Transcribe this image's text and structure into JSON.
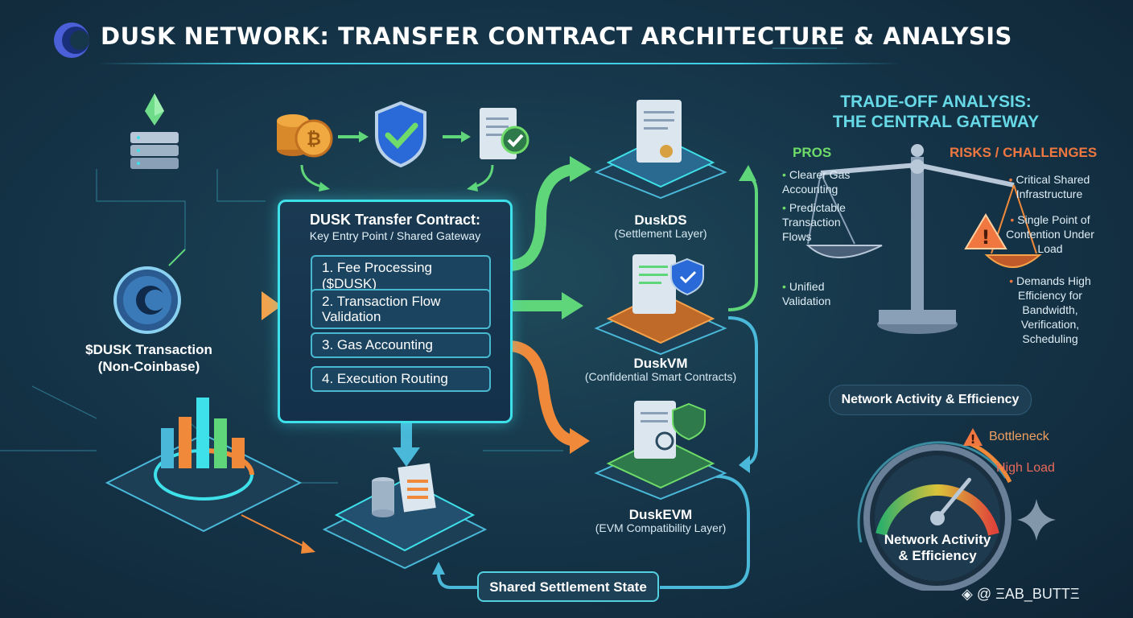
{
  "header": {
    "title": "DUSK NETWORK: TRANSFER CONTRACT ARCHITECTURE & ANALYSIS"
  },
  "source": {
    "label": "$DUSK Transaction",
    "sublabel": "(Non-Coinbase)"
  },
  "contract": {
    "title": "DUSK Transfer Contract:",
    "subtitle": "Key Entry Point / Shared Gateway",
    "steps": [
      "1.  Fee Processing ($DUSK)",
      "2. Transaction Flow Validation",
      "3. Gas Accounting",
      "4. Execution Routing"
    ]
  },
  "layers": [
    {
      "name": "DuskDS",
      "description": "(Settlement Layer)"
    },
    {
      "name": "DuskVM",
      "description": "(Confidential Smart Contracts)"
    },
    {
      "name": "DuskEVM",
      "description": "(EVM Compatibility Layer)"
    }
  ],
  "settlement": {
    "label": "Shared Settlement State"
  },
  "tradeoff": {
    "title_line1": "TRADE-OFF ANALYSIS:",
    "title_line2": "THE CENTRAL GATEWAY",
    "pros_title": "PROS",
    "pros": [
      "Clearer Gas Accounting",
      "Predictable Transaction Flows",
      "Unified Validation"
    ],
    "risks_title": "RISKS / CHALLENGES",
    "risks": [
      "Critical Shared Infrastructure",
      "Single Point of Contention Under Load",
      "Demands High Efficiency for Bandwidth, Verification, Scheduling"
    ]
  },
  "activity": {
    "title": "Network Activity & Efficiency",
    "gauge_label_line1": "Network Activity",
    "gauge_label_line2": "& Efficiency",
    "bottleneck_label": "Bottleneck",
    "high_load_label": "High Load",
    "needle_level": 0.72
  },
  "watermark": {
    "text": "@ ΞAB_BUTTΞ"
  },
  "colors": {
    "accent_cyan": "#3ee0ea",
    "pros_green": "#6fdc6a",
    "risk_orange": "#f07840",
    "arrow_orange": "#f08a3a",
    "arrow_green": "#5fd67a"
  }
}
